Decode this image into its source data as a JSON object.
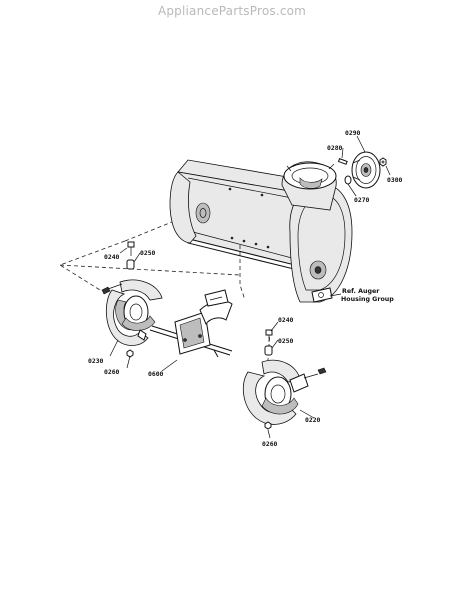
{
  "watermark": "AppliancePartsPros.com",
  "labels": {
    "p0290": "0290",
    "p0280": "0280",
    "p0300": "0300",
    "p0270": "0270",
    "p0240a": "0240",
    "p0250a": "0250",
    "p0230": "0230",
    "p0260a": "0260",
    "p0600": "0600",
    "p0240b": "0240",
    "p0250b": "0250",
    "p0220": "0220",
    "p0260b": "0260",
    "ref_line1": "Ref. Auger",
    "ref_line2": "Housing Group"
  }
}
